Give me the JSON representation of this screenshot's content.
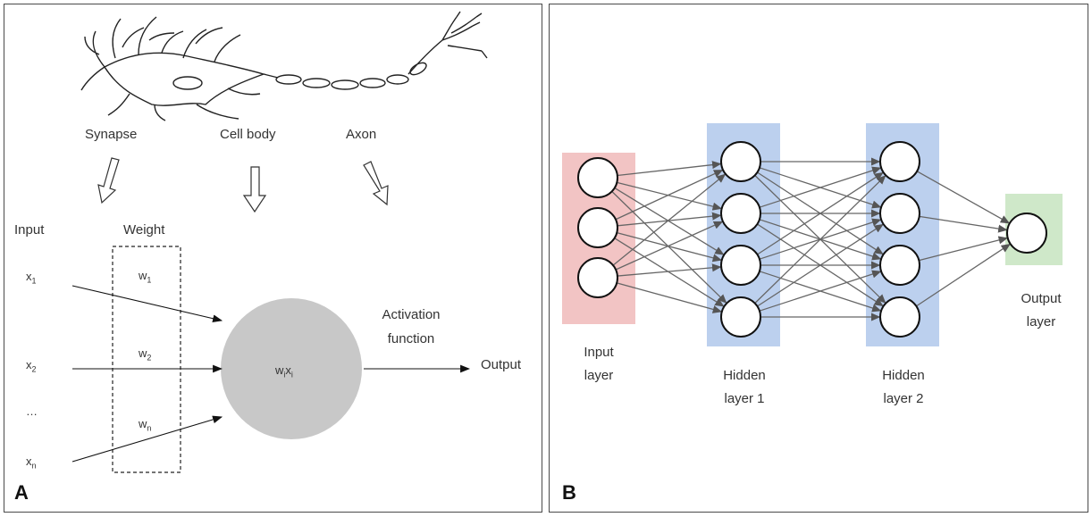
{
  "panelA": {
    "letter": "A",
    "neuron_labels": {
      "synapse": "Synapse",
      "cell_body": "Cell body",
      "axon": "Axon"
    },
    "model_labels": {
      "input": "Input",
      "weight": "Weight",
      "activation_line1": "Activation",
      "activation_line2": "function",
      "output": "Output"
    },
    "inputs": [
      {
        "base": "x",
        "sub": "1"
      },
      {
        "base": "x",
        "sub": "2"
      },
      {
        "base": "…",
        "sub": ""
      },
      {
        "base": "x",
        "sub": "n"
      }
    ],
    "weights": [
      {
        "base": "w",
        "sub": "1"
      },
      {
        "base": "w",
        "sub": "2"
      },
      {
        "base": "w",
        "sub": "n"
      }
    ],
    "sum_node": {
      "w": "w",
      "i1": "i",
      "x": "x",
      "i2": "i"
    }
  },
  "panelB": {
    "letter": "B",
    "layers": [
      {
        "line1": "Input",
        "line2": "layer",
        "nodes": 3,
        "color": "#f2c4c4"
      },
      {
        "line1": "Hidden",
        "line2": "layer 1",
        "nodes": 4,
        "color": "#bcd0ee"
      },
      {
        "line1": "Hidden",
        "line2": "layer 2",
        "nodes": 4,
        "color": "#bcd0ee"
      },
      {
        "line1": "Output",
        "line2": "layer",
        "nodes": 1,
        "color": "#cfe8c9"
      }
    ]
  },
  "colors": {
    "cell_body_fill": "#c8c8c8",
    "edge": "#666666",
    "node_stroke": "#111111"
  }
}
